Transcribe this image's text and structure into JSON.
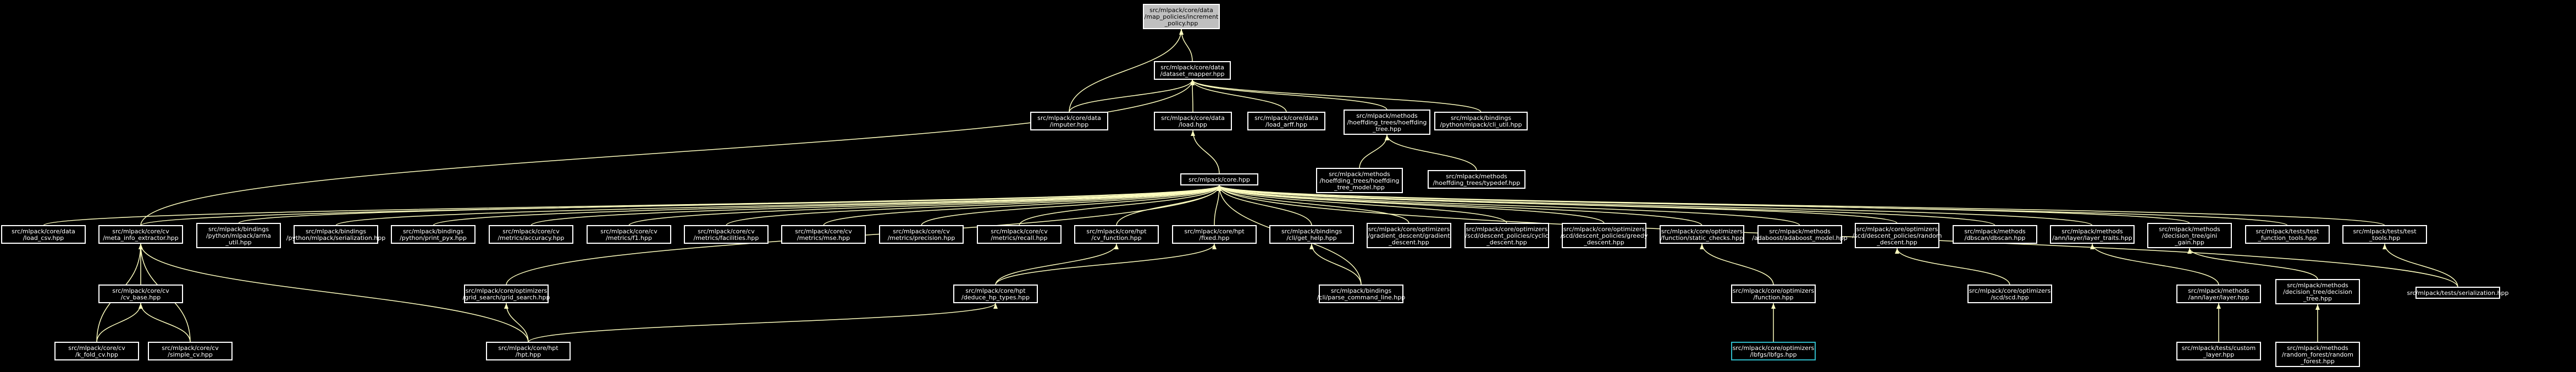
{
  "colors": {
    "background": "#000000",
    "edge": "#ffffc0",
    "node_border": "#ffffff",
    "root_fill": "#bfbfbf",
    "highlight_border": "#2fb8c6"
  },
  "nodes": [
    {
      "id": "increment_policy",
      "lines": [
        "src/mlpack/core/data",
        "/map_policies/increment",
        "_policy.hpp"
      ],
      "style": "root"
    },
    {
      "id": "dataset_mapper",
      "lines": [
        "src/mlpack/core/data",
        "/dataset_mapper.hpp"
      ]
    },
    {
      "id": "imputer",
      "lines": [
        "src/mlpack/core/data",
        "/imputer.hpp"
      ]
    },
    {
      "id": "load",
      "lines": [
        "src/mlpack/core/data",
        "/load.hpp"
      ]
    },
    {
      "id": "load_arff",
      "lines": [
        "src/mlpack/core/data",
        "/load_arff.hpp"
      ]
    },
    {
      "id": "hoeffding_tree",
      "lines": [
        "src/mlpack/methods",
        "/hoeffding_trees/hoeffding",
        "_tree.hpp"
      ]
    },
    {
      "id": "cli_util",
      "lines": [
        "src/mlpack/bindings",
        "/python/mlpack/cli_util.hpp"
      ]
    },
    {
      "id": "core",
      "lines": [
        "src/mlpack/core.hpp"
      ]
    },
    {
      "id": "hoeffding_tree_model",
      "lines": [
        "src/mlpack/methods",
        "/hoeffding_trees/hoeffding",
        "_tree_model.hpp"
      ]
    },
    {
      "id": "hoeffding_typedef",
      "lines": [
        "src/mlpack/methods",
        "/hoeffding_trees/typedef.hpp"
      ]
    },
    {
      "id": "load_csv",
      "lines": [
        "src/mlpack/core/data",
        "/load_csv.hpp"
      ]
    },
    {
      "id": "meta_info_extractor",
      "lines": [
        "src/mlpack/core/cv",
        "/meta_info_extractor.hpp"
      ]
    },
    {
      "id": "arma_util",
      "lines": [
        "src/mlpack/bindings",
        "/python/mlpack/arma",
        "_util.hpp"
      ]
    },
    {
      "id": "serialization_py",
      "lines": [
        "src/mlpack/bindings",
        "/python/mlpack/serialization.hpp"
      ]
    },
    {
      "id": "print_pyx",
      "lines": [
        "src/mlpack/bindings",
        "/python/print_pyx.hpp"
      ]
    },
    {
      "id": "accuracy",
      "lines": [
        "src/mlpack/core/cv",
        "/metrics/accuracy.hpp"
      ]
    },
    {
      "id": "f1",
      "lines": [
        "src/mlpack/core/cv",
        "/metrics/f1.hpp"
      ]
    },
    {
      "id": "facilities",
      "lines": [
        "src/mlpack/core/cv",
        "/metrics/facilities.hpp"
      ]
    },
    {
      "id": "mse",
      "lines": [
        "src/mlpack/core/cv",
        "/metrics/mse.hpp"
      ]
    },
    {
      "id": "precision",
      "lines": [
        "src/mlpack/core/cv",
        "/metrics/precision.hpp"
      ]
    },
    {
      "id": "recall",
      "lines": [
        "src/mlpack/core/cv",
        "/metrics/recall.hpp"
      ]
    },
    {
      "id": "cv_function",
      "lines": [
        "src/mlpack/core/hpt",
        "/cv_function.hpp"
      ]
    },
    {
      "id": "fixed",
      "lines": [
        "src/mlpack/core/hpt",
        "/fixed.hpp"
      ]
    },
    {
      "id": "cli_hpp",
      "lines": [
        "src/mlpack/bindings",
        "/cli/get_help.hpp"
      ]
    },
    {
      "id": "gradient_descent",
      "lines": [
        "src/mlpack/core/optimizers",
        "/gradient_descent/gradient",
        "_descent.hpp"
      ]
    },
    {
      "id": "cyclic_descent",
      "lines": [
        "src/mlpack/core/optimizers",
        "/scd/descent_policies/cyclic",
        "_descent.hpp"
      ]
    },
    {
      "id": "greedy_descent",
      "lines": [
        "src/mlpack/core/optimizers",
        "/scd/descent_policies/greedy",
        "_descent.hpp"
      ]
    },
    {
      "id": "static_checks",
      "lines": [
        "src/mlpack/core/optimizers",
        "/function/static_checks.hpp"
      ]
    },
    {
      "id": "adaboost_model",
      "lines": [
        "src/mlpack/methods",
        "/adaboost/adaboost_model.hpp"
      ]
    },
    {
      "id": "random_descent",
      "lines": [
        "src/mlpack/core/optimizers",
        "/scd/descent_policies/random",
        "_descent.hpp"
      ]
    },
    {
      "id": "dbscan",
      "lines": [
        "src/mlpack/methods",
        "/dbscan/dbscan.hpp"
      ]
    },
    {
      "id": "ann_layer_traits",
      "lines": [
        "src/mlpack/methods",
        "/ann/layer/layer_traits.hpp"
      ]
    },
    {
      "id": "gini_gain",
      "lines": [
        "src/mlpack/methods",
        "/decision_tree/gini",
        "_gain.hpp"
      ]
    },
    {
      "id": "test_function_tools",
      "lines": [
        "src/mlpack/tests/test",
        "_function_tools.hpp"
      ]
    },
    {
      "id": "test_tools",
      "lines": [
        "src/mlpack/tests/test",
        "_tools.hpp"
      ]
    },
    {
      "id": "cv_base",
      "lines": [
        "src/mlpack/core/cv",
        "/cv_base.hpp"
      ]
    },
    {
      "id": "grid_search",
      "lines": [
        "src/mlpack/core/optimizers",
        "/grid_search/grid_search.hpp"
      ]
    },
    {
      "id": "deduce_hp_types",
      "lines": [
        "src/mlpack/core/hpt",
        "/deduce_hp_types.hpp"
      ]
    },
    {
      "id": "parse_command_line",
      "lines": [
        "src/mlpack/bindings",
        "/cli/parse_command_line.hpp"
      ]
    },
    {
      "id": "function",
      "lines": [
        "src/mlpack/core/optimizers",
        "/function.hpp"
      ]
    },
    {
      "id": "scd",
      "lines": [
        "src/mlpack/core/optimizers",
        "/scd/scd.hpp"
      ]
    },
    {
      "id": "layer",
      "lines": [
        "src/mlpack/methods",
        "/ann/layer/layer.hpp"
      ]
    },
    {
      "id": "decision_tree",
      "lines": [
        "src/mlpack/methods",
        "/decision_tree/decision",
        "_tree.hpp"
      ]
    },
    {
      "id": "tests_serialization",
      "lines": [
        "src/mlpack/tests/serialization.hpp"
      ]
    },
    {
      "id": "k_fold_cv",
      "lines": [
        "src/mlpack/core/cv",
        "/k_fold_cv.hpp"
      ]
    },
    {
      "id": "simple_cv",
      "lines": [
        "src/mlpack/core/cv",
        "/simple_cv.hpp"
      ]
    },
    {
      "id": "hpt",
      "lines": [
        "src/mlpack/core/hpt",
        "/hpt.hpp"
      ]
    },
    {
      "id": "lbfgs",
      "lines": [
        "src/mlpack/core/optimizers",
        "/lbfgs/lbfgs.hpp"
      ],
      "style": "hl"
    },
    {
      "id": "custom_layer",
      "lines": [
        "src/mlpack/tests/custom",
        "_layer.hpp"
      ]
    },
    {
      "id": "random_forest",
      "lines": [
        "src/mlpack/methods",
        "/random_forest/random",
        "_forest.hpp"
      ]
    }
  ]
}
